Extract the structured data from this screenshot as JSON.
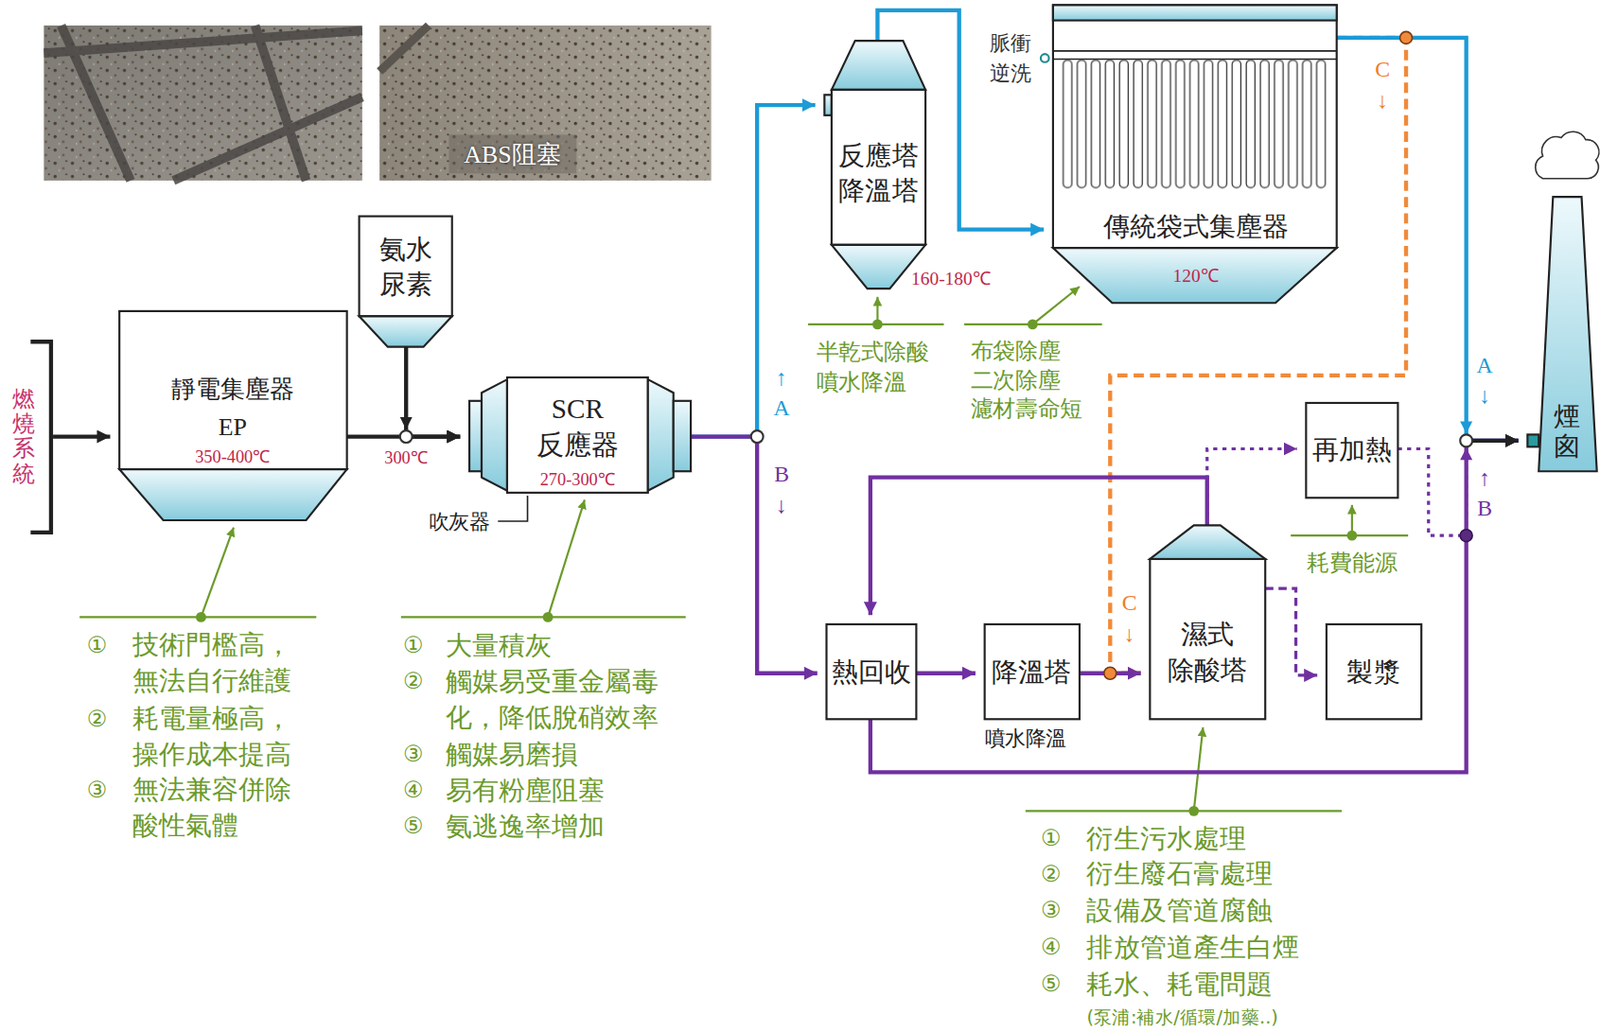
{
  "diagram": {
    "nodes": [
      {
        "text": [
          "燃燒系統"
        ]
      },
      {
        "text": [
          "靜電集塵器 EP",
          "350-400℃"
        ]
      },
      {
        "text": [
          "氨水 尿素"
        ]
      },
      {
        "text": [
          "SCR 反應器",
          "270-300℃"
        ]
      },
      {
        "text": [
          "反應塔 降溫塔"
        ]
      },
      {
        "text": [
          "傳統袋式集塵器",
          "120℃"
        ]
      },
      {
        "text": [
          "煙囪"
        ]
      },
      {
        "text": [
          "再加熱"
        ]
      },
      {
        "text": [
          "熱回收"
        ]
      },
      {
        "text": [
          "降溫塔"
        ]
      },
      {
        "text": [
          "濕式 除酸塔"
        ]
      },
      {
        "text": [
          "製漿"
        ]
      }
    ],
    "edges": [
      {
        "from": 0,
        "to": 1,
        "arrow": "to"
      },
      {
        "from": 1,
        "to": 3,
        "arrow": "to"
      },
      {
        "from": 2,
        "to": 3,
        "arrow": "to"
      },
      {
        "from": 3,
        "to": 4,
        "arrow": "to"
      },
      {
        "from": 4,
        "to": 5,
        "arrow": "to"
      },
      {
        "from": 5,
        "to": 10,
        "arrow": "to"
      },
      {
        "from": 5,
        "to": 6,
        "arrow": "to"
      },
      {
        "from": 3,
        "to": 8,
        "arrow": "to"
      },
      {
        "from": 8,
        "to": 9,
        "arrow": "to"
      },
      {
        "from": 10,
        "to": 8,
        "arrow": "to"
      },
      {
        "from": 9,
        "to": 10,
        "arrow": "to"
      },
      {
        "from": 10,
        "to": 7,
        "arrow": "to"
      },
      {
        "from": 7,
        "to": 6,
        "arrow": "to"
      },
      {
        "from": 8,
        "to": 6,
        "arrow": "to"
      },
      {
        "from": 10,
        "to": 11,
        "arrow": "to"
      }
    ],
    "labels": [
      "ABS阻塞",
      "300℃",
      "吹灰器",
      "↑ A",
      "B ↓",
      "160-180℃",
      "脈衝 逆洗",
      "半乾式除酸 噴水降溫",
      "布袋除塵 二次除塵 濾材壽命短",
      "C ↓",
      "A ↓",
      "↑ B",
      "C ↓",
      "耗費能源",
      "噴水降溫",
      "①",
      "技術門檻高， 無法自行維護",
      "②",
      "耗電量極高， 操作成本提高",
      "③",
      "無法兼容併除 酸性氣體",
      "①",
      "大量積灰",
      "②",
      "觸媒易受重金屬毒 化，降低脫硝效率",
      "③",
      "觸媒易磨損",
      "④",
      "易有粉塵阻塞",
      "⑤",
      "氨逃逸率增加",
      "①",
      "衍生污水處理",
      "②",
      "衍生廢石膏處理",
      "③",
      "設備及管道腐蝕",
      "④",
      "排放管道產生白煙",
      "⑤",
      "耗水、耗電問題",
      "(泵浦:補水/循環/加藥..)"
    ]
  }
}
